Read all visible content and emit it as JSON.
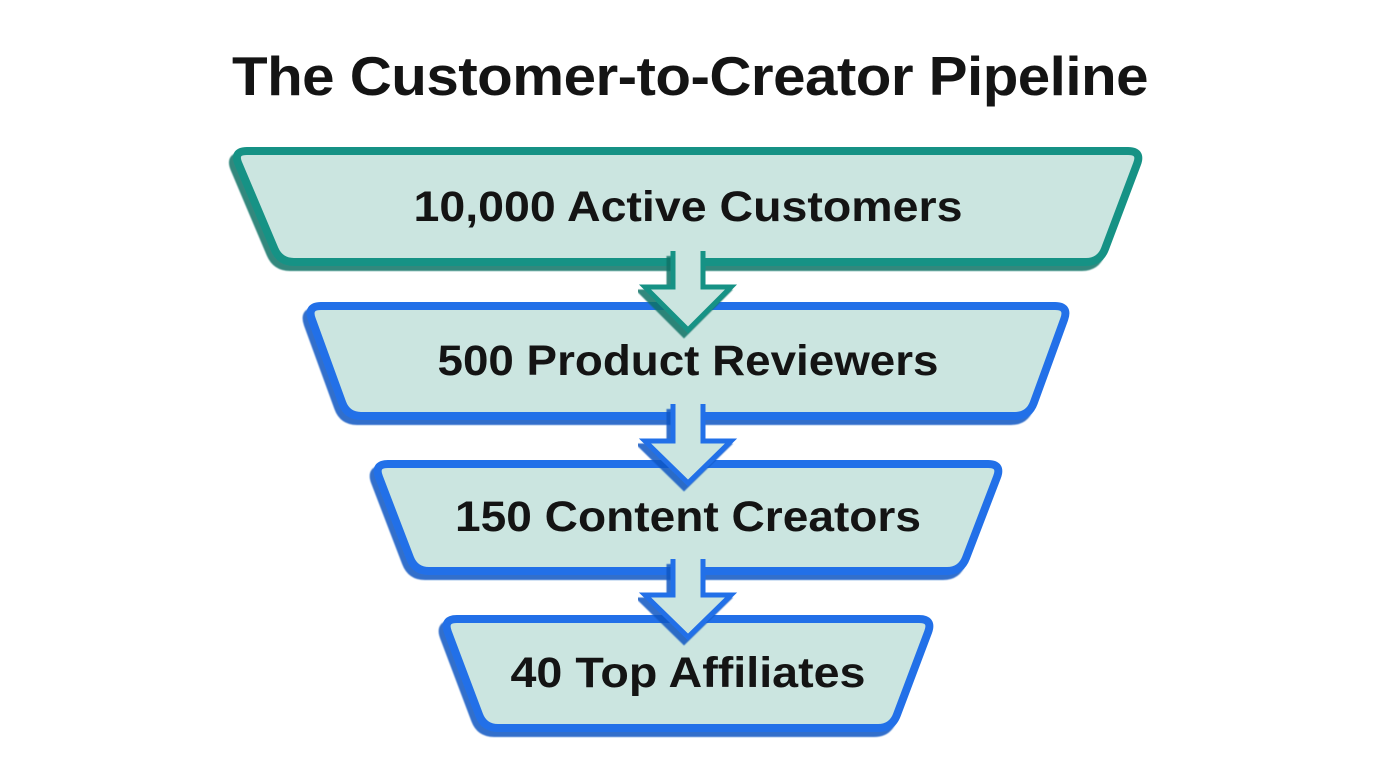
{
  "chart_data": {
    "type": "funnel",
    "title": "The Customer-to-Creator Pipeline",
    "stages": [
      {
        "label": "10,000 Active Customers",
        "value": 10000,
        "border_color": "#169285"
      },
      {
        "label": "500 Product Reviewers",
        "value": 500,
        "border_color": "#2070e8"
      },
      {
        "label": "150 Content Creators",
        "value": 150,
        "border_color": "#2070e8"
      },
      {
        "label": "40 Top Affiliates",
        "value": 40,
        "border_color": "#2070e8"
      }
    ],
    "arrows": [
      {
        "color": "#169285"
      },
      {
        "color": "#2070e8"
      },
      {
        "color": "#2070e8"
      }
    ],
    "fill_color": "#cbe5e0",
    "text_color": "#141414",
    "background_color": "#ffffff",
    "layout_hint": "inverted funnel, 4 stages stacked vertically, downward arrows between stages, legend none, no axes"
  }
}
